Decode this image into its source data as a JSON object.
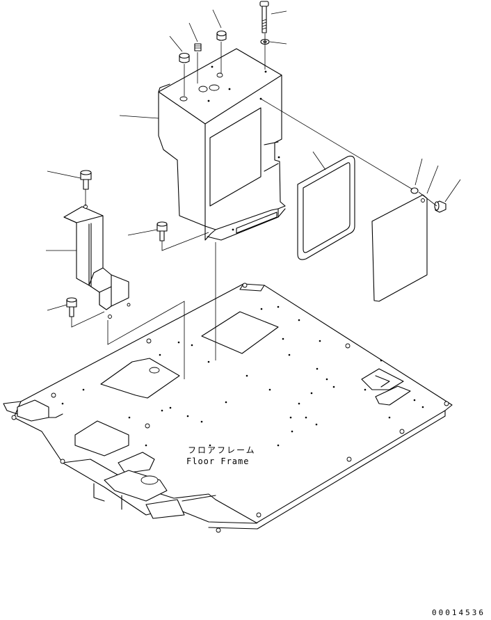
{
  "frame_label": {
    "japanese": "フロアフレーム",
    "english": "Floor Frame"
  },
  "drawing_number": "00014536"
}
